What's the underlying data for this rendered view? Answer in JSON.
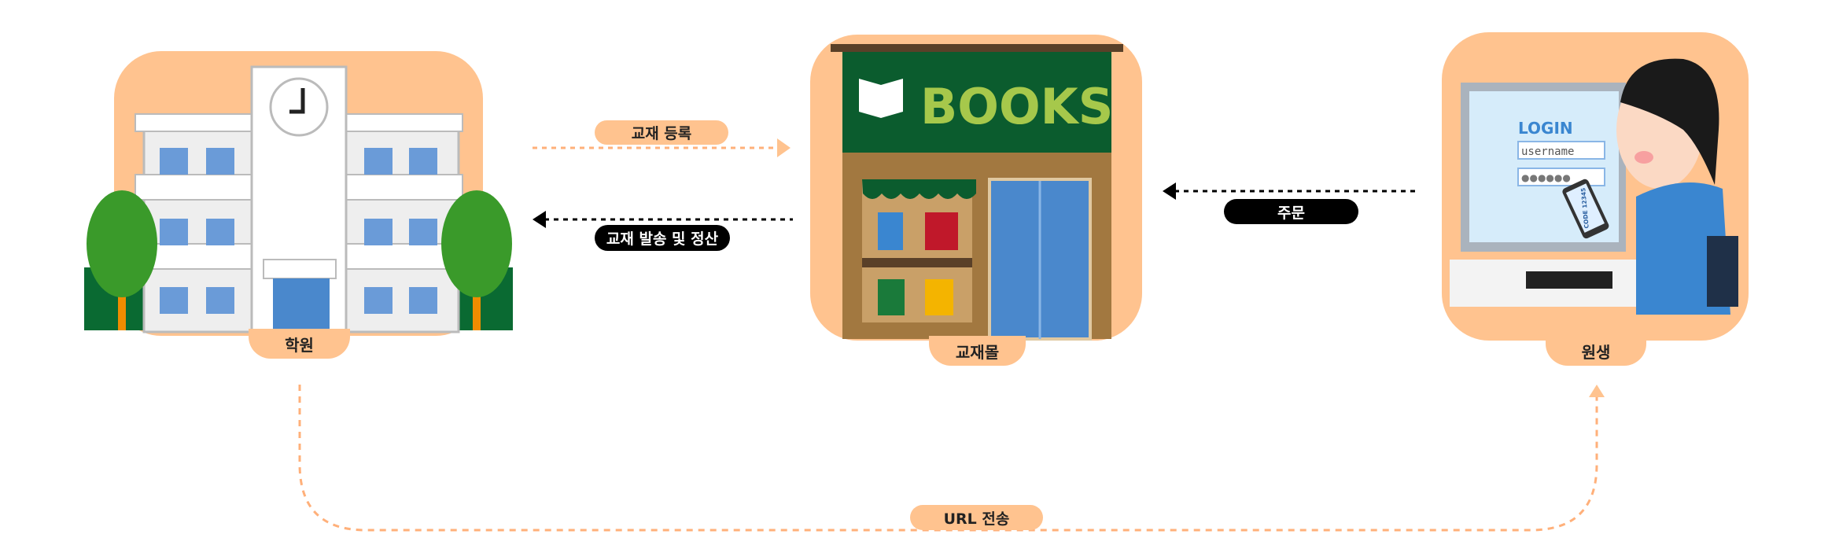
{
  "nodes": {
    "academy": {
      "label": "학원"
    },
    "bookstore": {
      "label": "교재몰",
      "sign": "BOOKS"
    },
    "student": {
      "label": "원생",
      "screen_title": "LOGIN",
      "username_field": "username",
      "password_dots": "●●●●●●",
      "phone_text": "CODE 12345"
    }
  },
  "flows": {
    "register": {
      "label": "교재 등록"
    },
    "ship_settle": {
      "label": "교재 발송 및 정산"
    },
    "order": {
      "label": "주문"
    },
    "url_send": {
      "label": "URL 전송"
    }
  },
  "colors": {
    "card": "#ffc38f",
    "orange_line": "#ffb07a",
    "black_line": "#000000",
    "store_green": "#0b5c2e",
    "books_text": "#a6c84b"
  }
}
